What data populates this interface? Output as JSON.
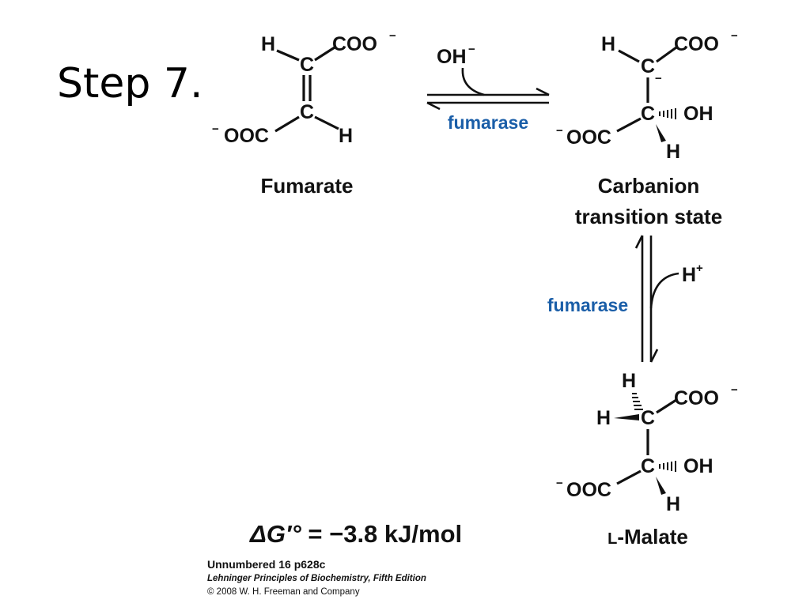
{
  "slide": {
    "title": "Step 7."
  },
  "atoms": {
    "H": "H",
    "C": "C",
    "OH": "OH",
    "OH_minus": "OH",
    "COO": "COO",
    "OOC": "OOC",
    "H_plus": "H",
    "minus": "−",
    "plus": "+"
  },
  "molecules": {
    "fumarate": "Fumarate",
    "carbanion_line1": "Carbanion",
    "carbanion_line2": "transition state",
    "malate_prefix": "L",
    "malate_rest": "-Malate"
  },
  "enzymes": {
    "step_a": "fumarase",
    "step_b": "fumarase"
  },
  "energy": {
    "symbol": "ΔG′°",
    "value": " = −3.8 kJ/mol"
  },
  "credits": {
    "line1": "Unnumbered 16 p628c",
    "line2": "Lehninger Principles of Biochemistry, Fifth Edition",
    "line3": "© 2008 W. H. Freeman and Company"
  },
  "colors": {
    "enzyme": "#1a5ea8",
    "text": "#111111"
  }
}
